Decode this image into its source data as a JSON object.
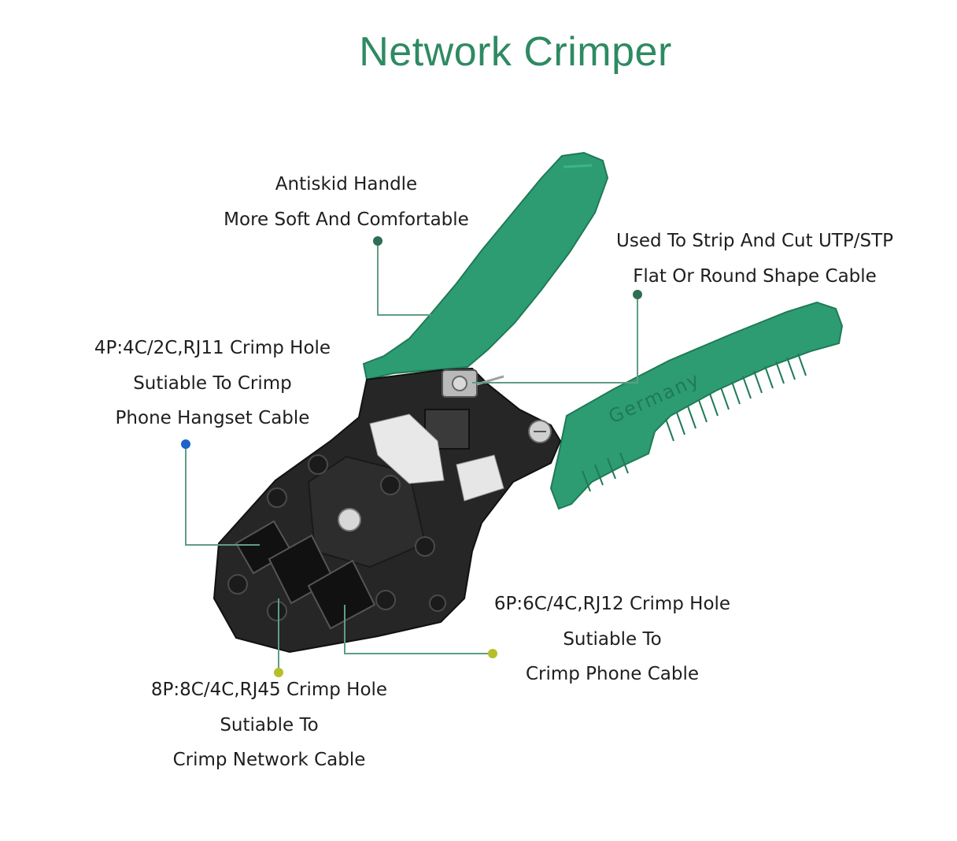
{
  "title": "Network Crimper",
  "brand_text": "Germany",
  "colors": {
    "title": "#2e8a62",
    "handle": "#2e9c73",
    "handle_dark": "#1f7a57",
    "body": "#262626",
    "leader_green": "#5e9e83",
    "dot_green": "#2e6e55",
    "dot_blue": "#1f62c9",
    "dot_olive": "#b6bf2a"
  },
  "callouts": {
    "handle": {
      "line1": "Antiskid Handle",
      "line2": "More Soft And Comfortable"
    },
    "strip": {
      "line1": "Used To Strip And Cut UTP/STP",
      "line2": "Flat Or Round Shape Cable"
    },
    "rj11": {
      "line1": "4P:4C/2C,RJ11 Crimp Hole",
      "line2": "Sutiable To Crimp",
      "line3": "Phone Hangset Cable"
    },
    "rj12": {
      "line1": "6P:6C/4C,RJ12 Crimp Hole",
      "line2": "Sutiable To",
      "line3": "Crimp Phone Cable"
    },
    "rj45": {
      "line1": "8P:8C/4C,RJ45 Crimp Hole",
      "line2": "Sutiable To",
      "line3": "Crimp Network Cable"
    }
  }
}
